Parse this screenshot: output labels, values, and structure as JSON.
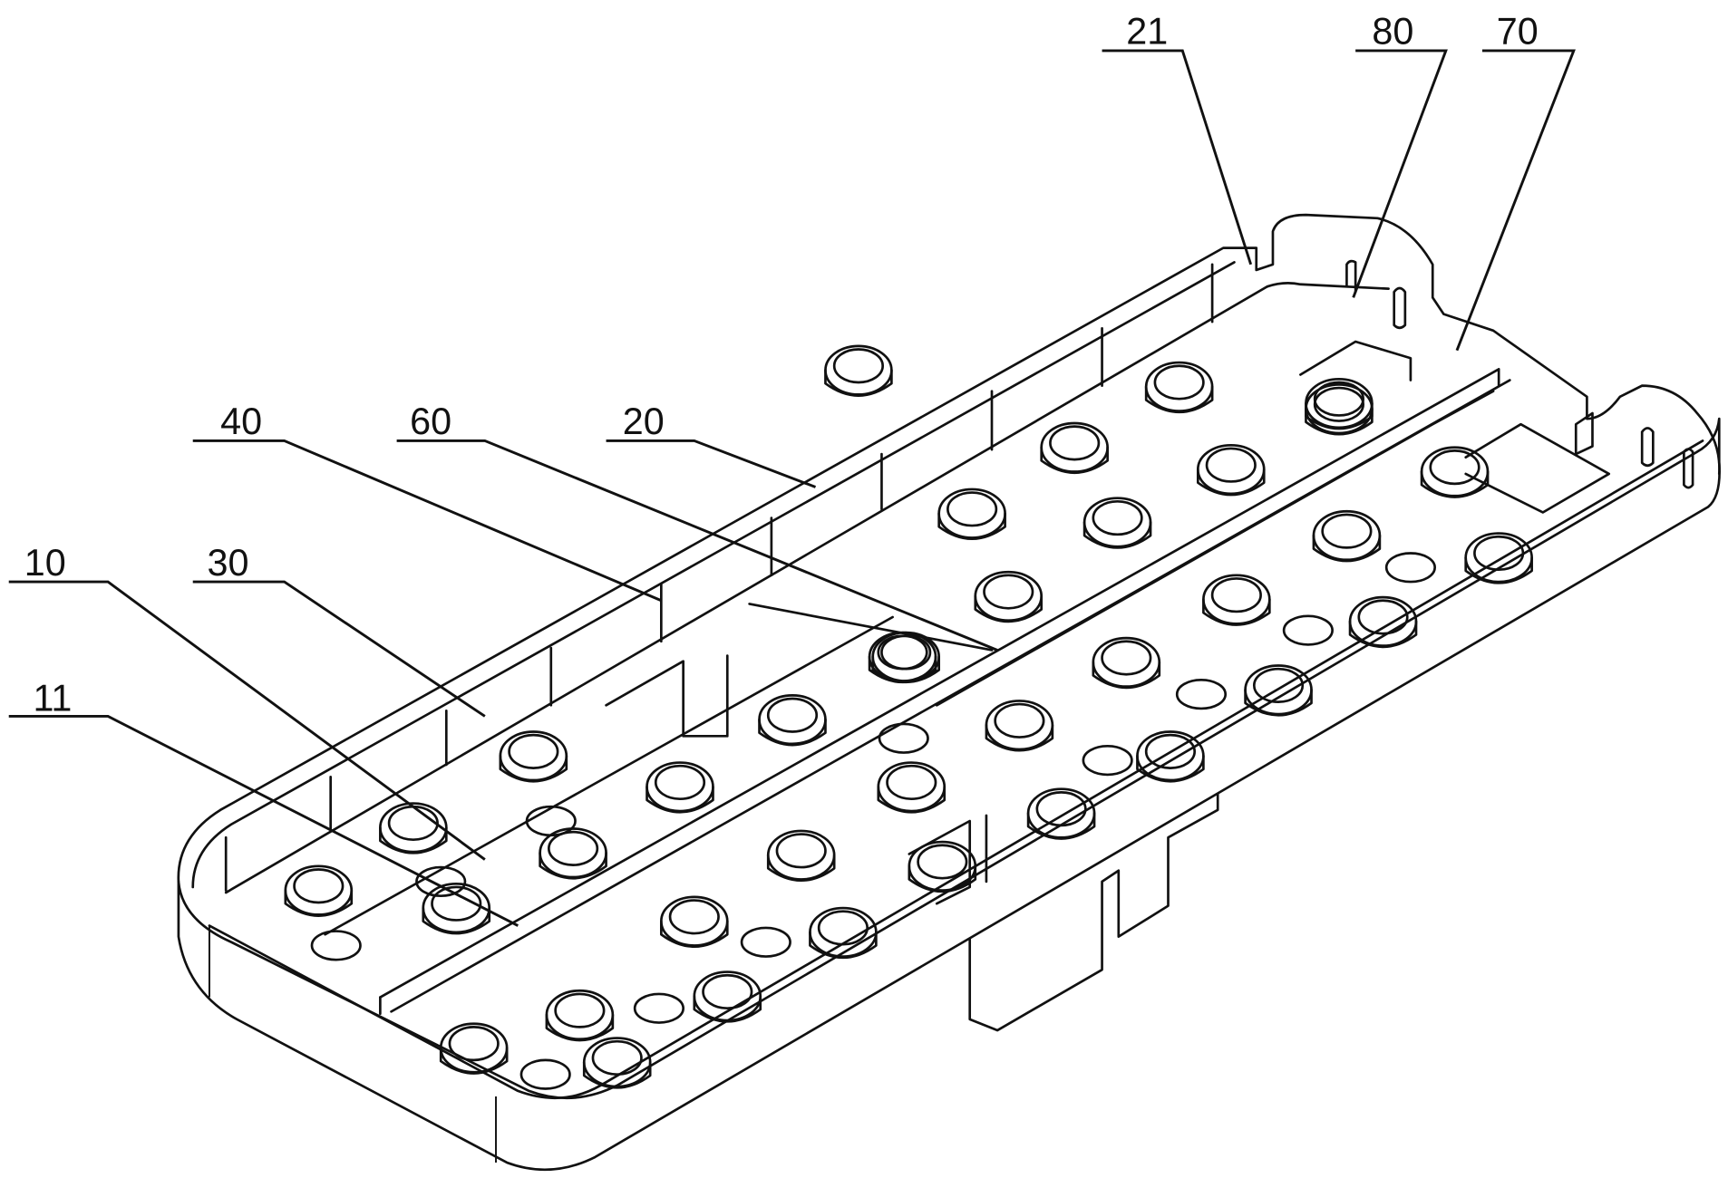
{
  "figure": {
    "type": "isometric patent line drawing",
    "subject": "tray with compartments and ring bosses",
    "line_color": "#111111",
    "background": "#ffffff"
  },
  "labels": [
    {
      "id": "label-10",
      "text": "10"
    },
    {
      "id": "label-11",
      "text": "11"
    },
    {
      "id": "label-20",
      "text": "20"
    },
    {
      "id": "label-21",
      "text": "21"
    },
    {
      "id": "label-30",
      "text": "30"
    },
    {
      "id": "label-40",
      "text": "40"
    },
    {
      "id": "label-60",
      "text": "60"
    },
    {
      "id": "label-70",
      "text": "70"
    },
    {
      "id": "label-80",
      "text": "80"
    }
  ]
}
